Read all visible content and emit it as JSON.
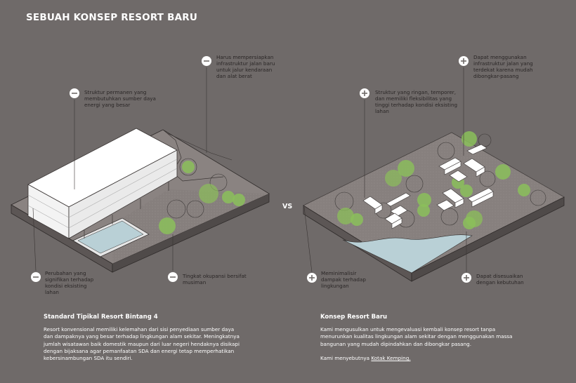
{
  "title": "SEBUAH KONSEP RESORT BARU",
  "vs_label": "VS",
  "left": {
    "section_title": "Standard Tipikal Resort Bintang 4",
    "body": "Resort konvensional memiliki kelemahan dari sisi penyediaan sumber daya dan dampaknya yang besar terhadap lingkungan alam sekitar. Meningkatnya jumlah wisatawan baik domestik maupun dari luar negeri hendaknya disikapi dengan bijaksana agar pemanfaatan SDA dan energi tetap memperhatikan kebersinambungan SDA itu sendiri.",
    "annotations": {
      "struktur": "Struktur permanen yang membutuhkan sumber daya energi yang besar",
      "infrastruktur": "Harus mempersiapkan infrastruktur jalan baru untuk jalur kendaraan dan alat berat",
      "perubahan": "Perubahan yang signifikan terhadap kondisi eksisting lahan",
      "okupansi": "Tingkat okupansi bersifat musiman"
    }
  },
  "right": {
    "section_title": "Konsep Resort Baru",
    "body": "Kami mengusulkan untuk mengevaluasi kembali konsep resort tanpa menurunkan kualitas lingkungan alam sekitar dengan menggunakan massa bangunan yang mudah dipindahkan dan dibongkar pasang.",
    "intro": "Kami menyebutnya",
    "link": "Kotak Kemping.",
    "annotations": {
      "struktur": "Struktur yang ringan, temporer, dan memiliki fleksibilitas yang tinggi terhadap kondisi eksisting lahan",
      "infrastruktur": "Dapat menggunakan infrastruktur jalan yang terdekat karena mudah dibongkar-pasang",
      "dampak": "Meminimalisir dampak terhadap lingkungan",
      "kebutuhan": "Dapat disesuaikan dengan kebutuhan"
    }
  },
  "colors": {
    "background": "#6f6a69",
    "tree": "#8bbf5a",
    "water": "#b9d0d6",
    "building": "#ffffff"
  }
}
